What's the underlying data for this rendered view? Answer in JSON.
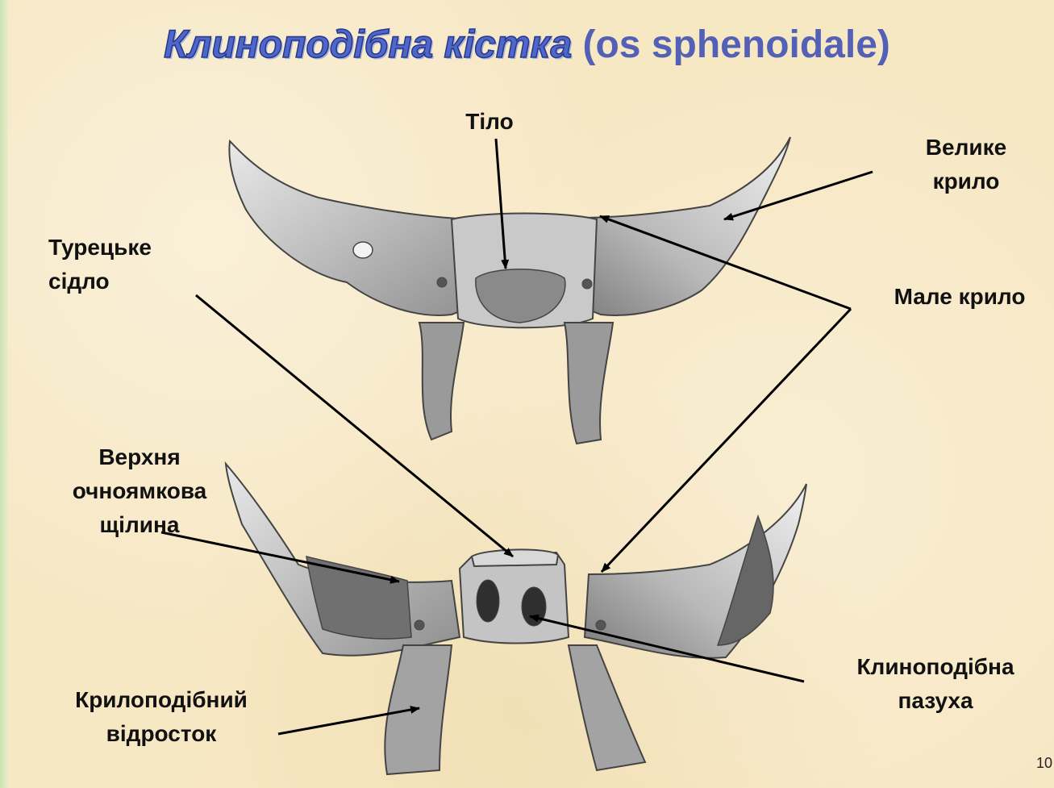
{
  "slide": {
    "title_main": "Клиноподібна кістка",
    "title_latin": "(os sphenoidale)",
    "page_number": "10"
  },
  "labels": {
    "tilo": [
      "Тіло"
    ],
    "velyke_krylo": [
      "Велике",
      "крило"
    ],
    "turetske_sidlo": [
      "Турецьке",
      "сідло"
    ],
    "male_krylo": [
      "Мале крило"
    ],
    "verkhnia_shchilyna": [
      "Верхня",
      "очноямкова",
      "щілина"
    ],
    "klynopodibna_pazukha": [
      "Клиноподібна",
      "пазуха"
    ],
    "krylopodibnyi_vidrostok": [
      "Крилоподібний",
      "відросток"
    ]
  }
}
